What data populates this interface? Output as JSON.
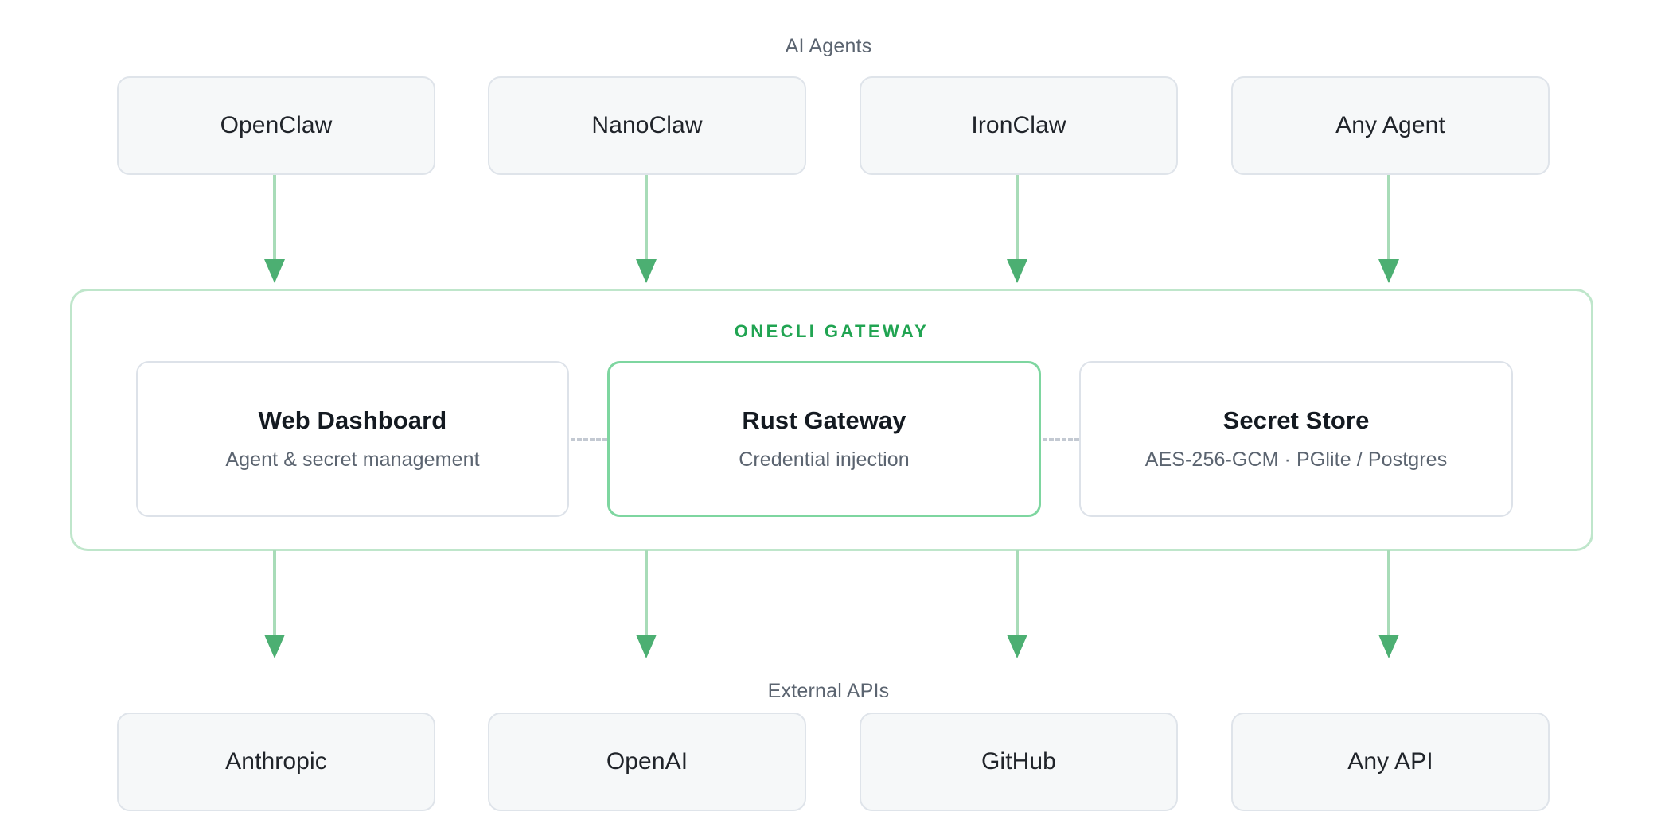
{
  "diagram": {
    "title": "ONECLI GATEWAY architecture",
    "colors": {
      "accent_green": "#21a452",
      "arrow_head": "#4caf72",
      "arrow_shaft": "#a8dcb8",
      "panel_border": "#bfe6cb",
      "node_fill": "#f6f8f9",
      "node_border": "#dfe4ea",
      "muted_text": "#5b6470",
      "strong_text": "#141a21",
      "connector": "#c3c9d2"
    }
  },
  "agents": {
    "label": "AI Agents",
    "items": [
      {
        "label": "OpenClaw"
      },
      {
        "label": "NanoClaw"
      },
      {
        "label": "IronClaw"
      },
      {
        "label": "Any Agent"
      }
    ]
  },
  "gateway": {
    "title": "ONECLI GATEWAY",
    "cards": [
      {
        "title": "Web Dashboard",
        "subtitle": "Agent & secret management",
        "highlighted": false
      },
      {
        "title": "Rust Gateway",
        "subtitle": "Credential injection",
        "highlighted": true
      },
      {
        "title": "Secret Store",
        "subtitle": "AES-256-GCM · PGlite / Postgres",
        "highlighted": false
      }
    ]
  },
  "apis": {
    "label": "External APIs",
    "items": [
      {
        "label": "Anthropic"
      },
      {
        "label": "OpenAI"
      },
      {
        "label": "GitHub"
      },
      {
        "label": "Any API"
      }
    ]
  },
  "flows": {
    "agents_to_gateway": "4 downward arrows from each AI agent into the OneCLI Gateway",
    "gateway_to_apis": "4 downward arrows from the OneCLI Gateway into each external API"
  }
}
